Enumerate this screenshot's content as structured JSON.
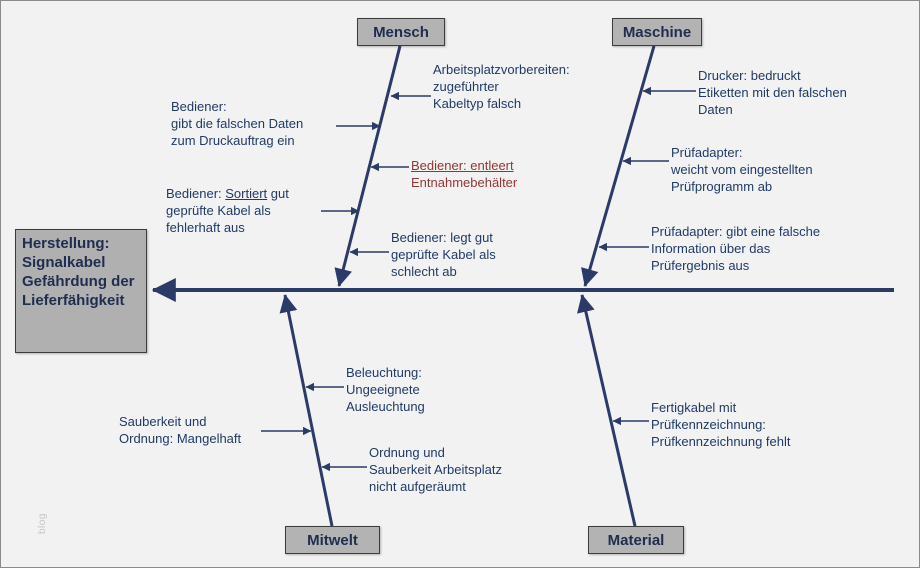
{
  "problem_box": {
    "text": "Herstellung: Signalkabel Gefährdung der Lieferfähigkeit"
  },
  "categories": {
    "mensch": "Mensch",
    "maschine": "Maschine",
    "mitwelt": "Mitwelt",
    "material": "Material"
  },
  "causes": {
    "mensch_left_1": "Bediener:\ngibt die falschen Daten\nzum Druckauftrag ein",
    "mensch_left_2": {
      "p1": "Bediener: ",
      "u": "Sortiert",
      "p2": " gut geprüfte Kabel als fehlerhaft aus"
    },
    "mensch_right_1": "Arbeitsplatzvorbereiten:\nzugeführter\nKabeltyp falsch",
    "mensch_right_2": {
      "u": "Bediener: entleert",
      "rest": "\nEntnahmebehälter"
    },
    "mensch_right_3": "Bediener: legt gut\ngeprüfte Kabel als\nschlecht ab",
    "maschine_1": "Drucker: bedruckt\nEtiketten mit den falschen\nDaten",
    "maschine_2": "Prüfadapter:\nweicht vom eingestellten\nPrüfprogramm ab",
    "maschine_3": "Prüfadapter: gibt eine falsche\nInformation über das\nPrüfergebnis aus",
    "mitwelt_1": "Beleuchtung:\nUngeeignete\nAusleuchtung",
    "mitwelt_2": "Sauberkeit und\nOrdnung: Mangelhaft",
    "mitwelt_3": "Ordnung und\nSauberkeit Arbeitsplatz\nnicht aufgeräumt",
    "material_1": "Fertigkabel mit\nPrüfkennzeichnung:\nPrüfkennzeichnung fehlt"
  },
  "watermark": "blog",
  "colors": {
    "line": "#2b3a67",
    "text": "#203a66",
    "accent_red": "#943634",
    "box_fill": "#b3b3b3",
    "background": "#f2f2f2"
  }
}
